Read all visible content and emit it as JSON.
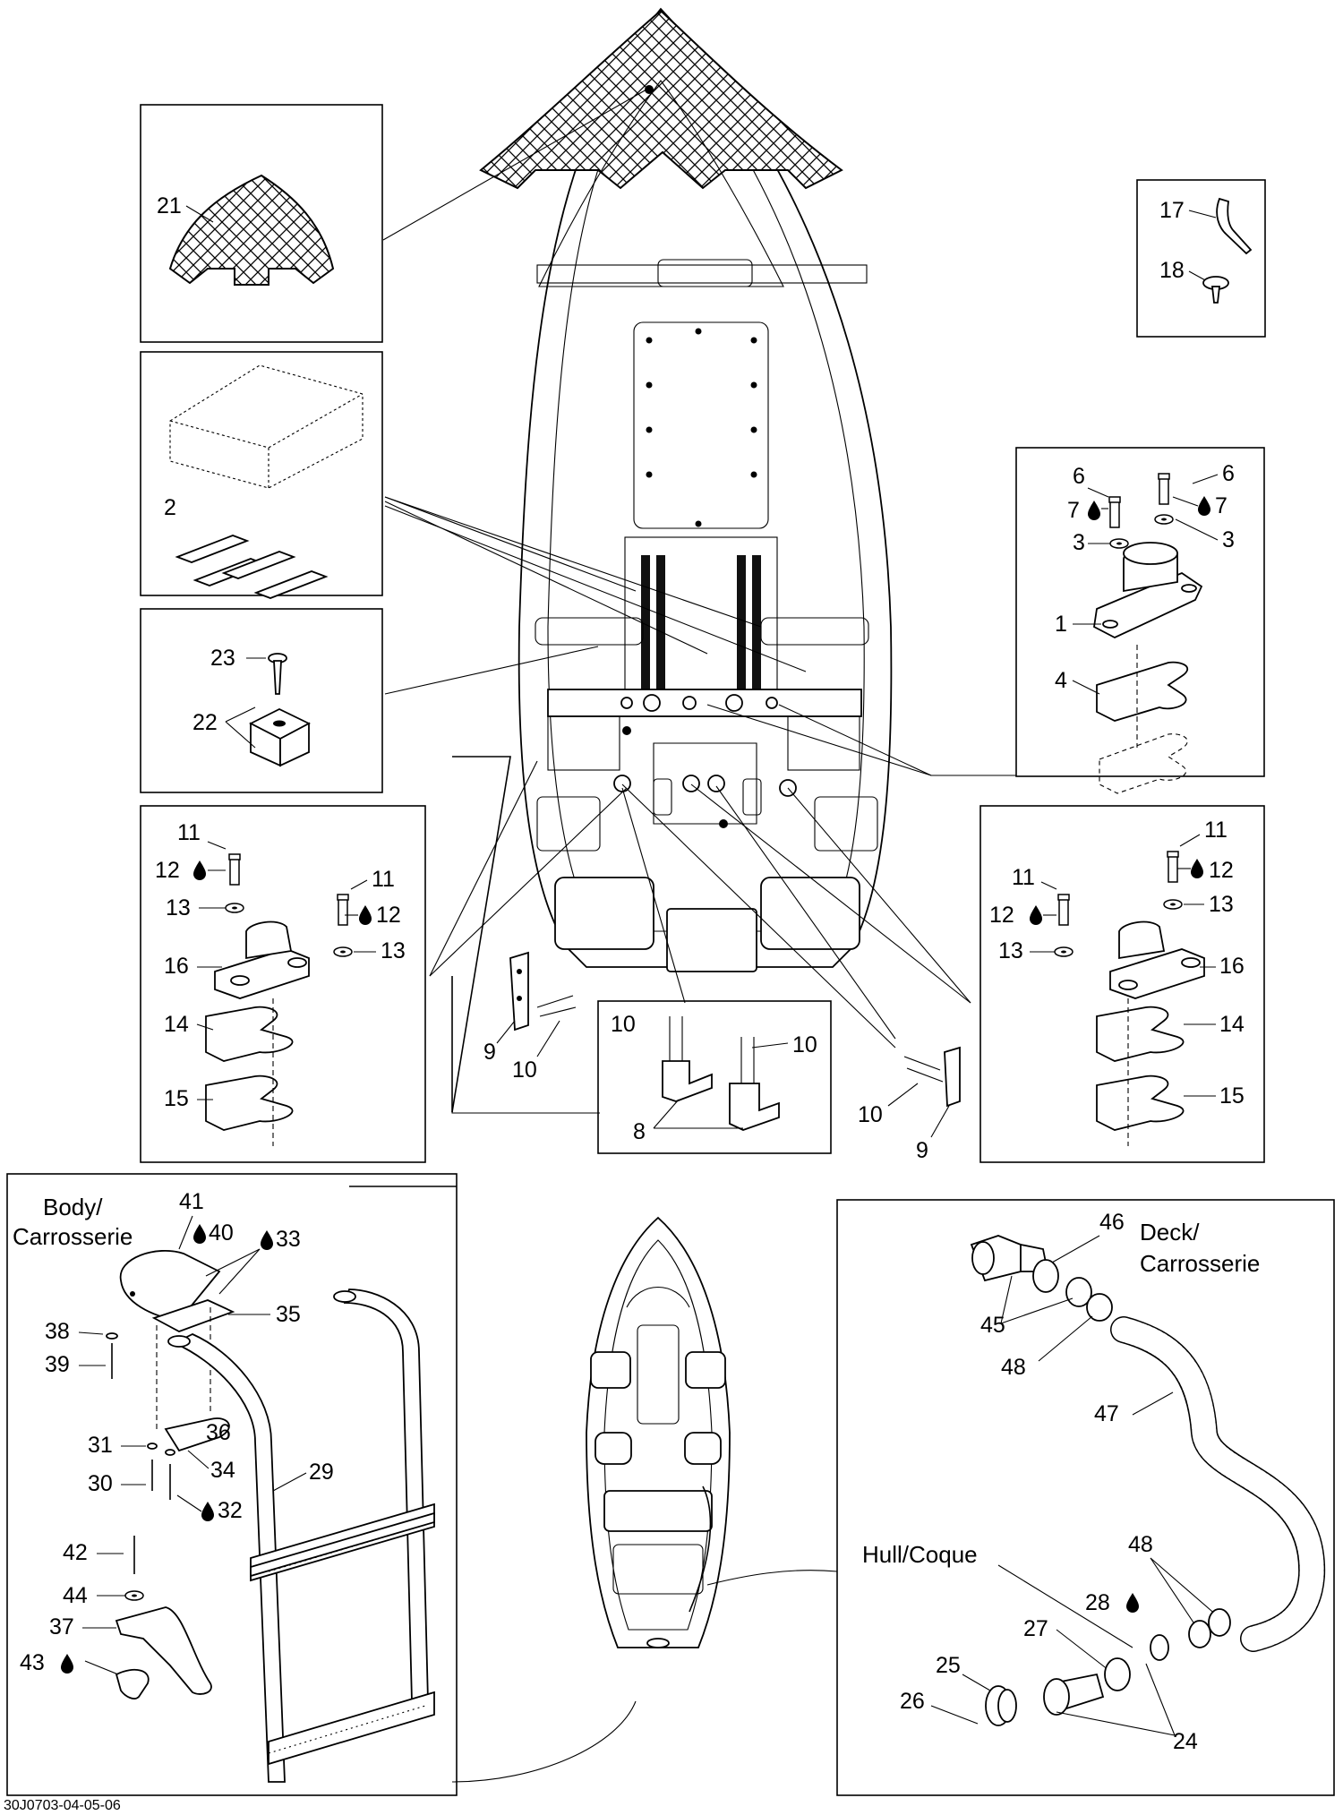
{
  "diagram_code": "30J0703-04-05-06",
  "notes": {
    "body": [
      "Body/",
      "Carrosserie"
    ],
    "deck": [
      "Deck/",
      "Carrosserie"
    ],
    "hull": "Hull/Coque"
  },
  "callouts": {
    "c21": "21",
    "c2": "2",
    "c23": "23",
    "c22": "22",
    "c17": "17",
    "c18": "18",
    "r6a": "6",
    "r6b": "6",
    "r7a": "7",
    "r7b": "7",
    "r3a": "3",
    "r3b": "3",
    "r1": "1",
    "r4": "4",
    "l11a": "11",
    "l11b": "11",
    "l12a": "12",
    "l12b": "12",
    "l13a": "13",
    "l13b": "13",
    "l16": "16",
    "l14": "14",
    "l15": "15",
    "r11a": "11",
    "r11b": "11",
    "r12a": "12",
    "r12b": "12",
    "r13a": "13",
    "r13b": "13",
    "r16": "16",
    "r14": "14",
    "r15": "15",
    "m9a": "9",
    "m10a": "10",
    "m10b": "10",
    "m10c": "10",
    "m8": "8",
    "m10d": "10",
    "m9b": "9",
    "b41": "41",
    "b40": "40",
    "b33": "33",
    "b35": "35",
    "b38": "38",
    "b39": "39",
    "b36": "36",
    "b31": "31",
    "b34": "34",
    "b30": "30",
    "b29": "29",
    "b32": "32",
    "b42": "42",
    "b44": "44",
    "b37": "37",
    "b43": "43",
    "d46": "46",
    "d45": "45",
    "d48a": "48",
    "d47": "47",
    "d48b": "48",
    "d28": "28",
    "d27": "27",
    "d25": "25",
    "d26": "26",
    "d24": "24"
  }
}
